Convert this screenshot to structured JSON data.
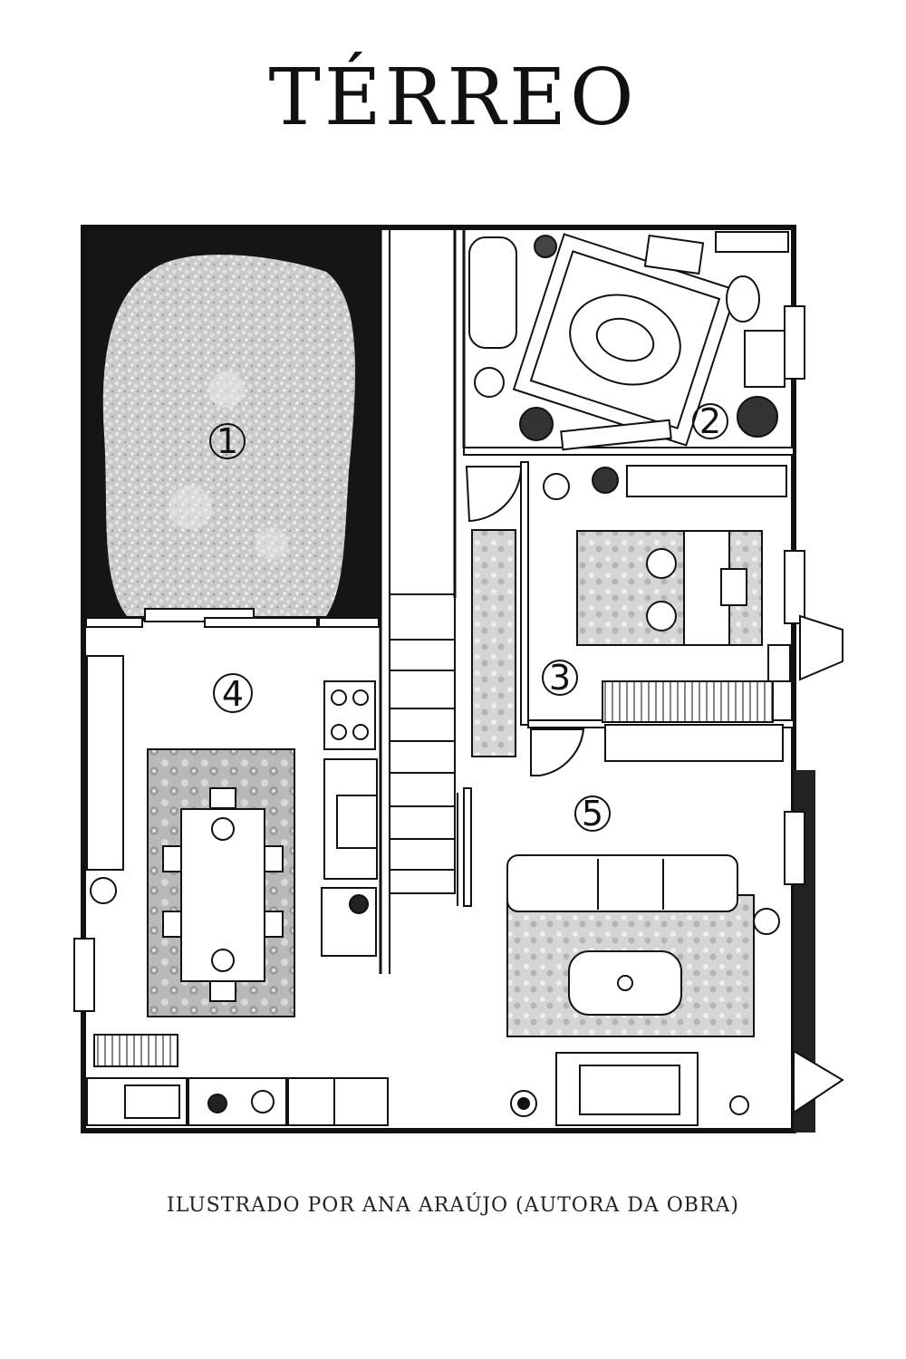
{
  "title": "TÉRREO",
  "credit": "ILUSTRADO POR ANA ARAÚJO (AUTORA DA OBRA)",
  "rooms": [
    "1",
    "2",
    "3",
    "4",
    "5"
  ]
}
